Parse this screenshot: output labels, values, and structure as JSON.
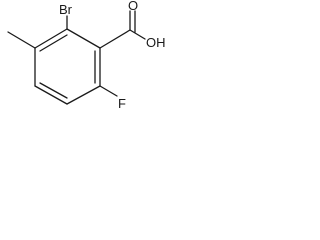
{
  "molecule": {
    "atom_labels": {
      "bromine": "Br",
      "hydroxyl": "OH",
      "carbonyl_oxygen": "O",
      "fluorine": "F"
    }
  }
}
